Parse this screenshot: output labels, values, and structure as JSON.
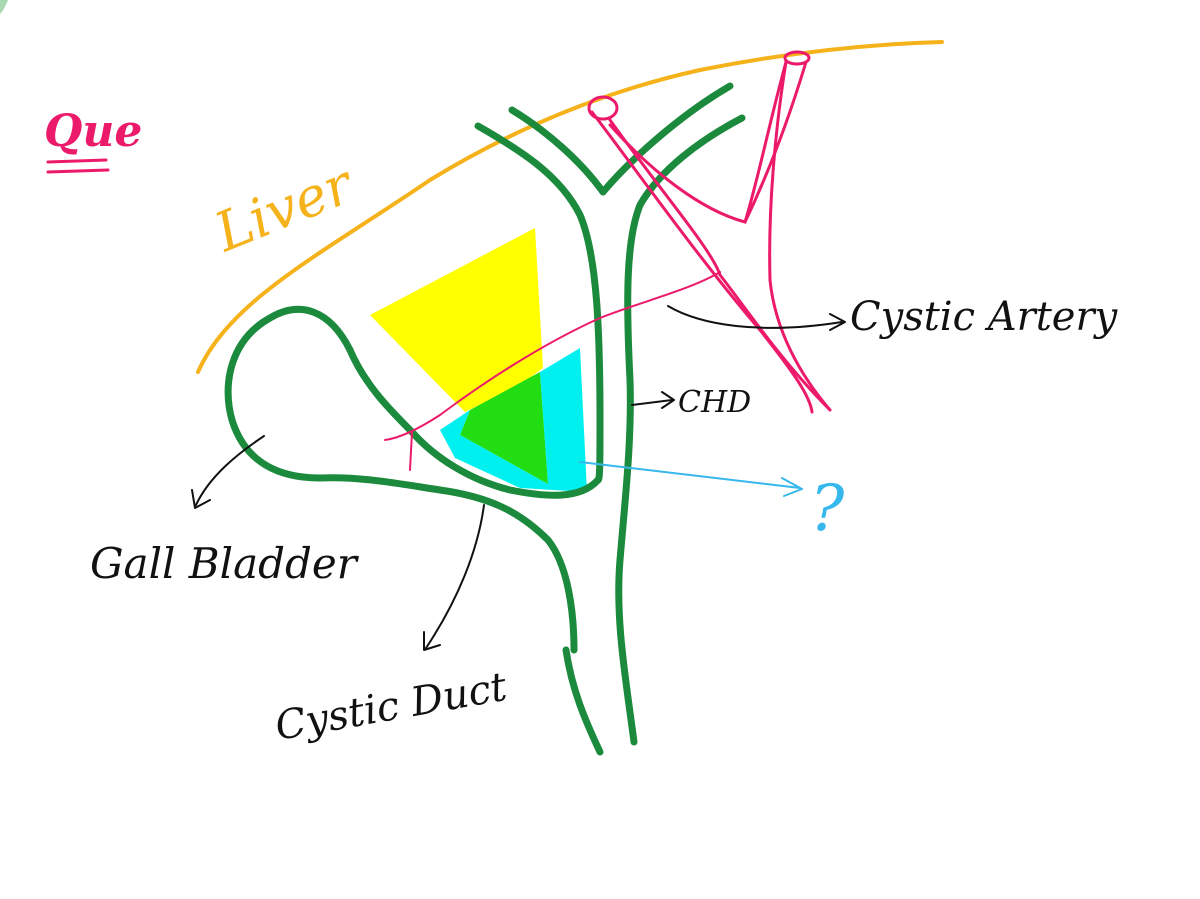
{
  "labels": {
    "que": "Que",
    "liver": "Liver",
    "cystic_artery": "Cystic Artery",
    "chd": "CHD",
    "gall_bladder": "Gall Bladder",
    "cystic_duct": "Cystic Duct",
    "question_mark": "?"
  },
  "colors": {
    "liver": "#f5b21b",
    "duct": "#1c8a3c",
    "artery": "#ec1a6a",
    "annotation": "#111111",
    "triangle_yellow": "#ffff00",
    "triangle_green": "#22dd11",
    "triangle_cyan": "#00f0f0",
    "question": "#37b8ec",
    "que": "#ec1a6a"
  }
}
